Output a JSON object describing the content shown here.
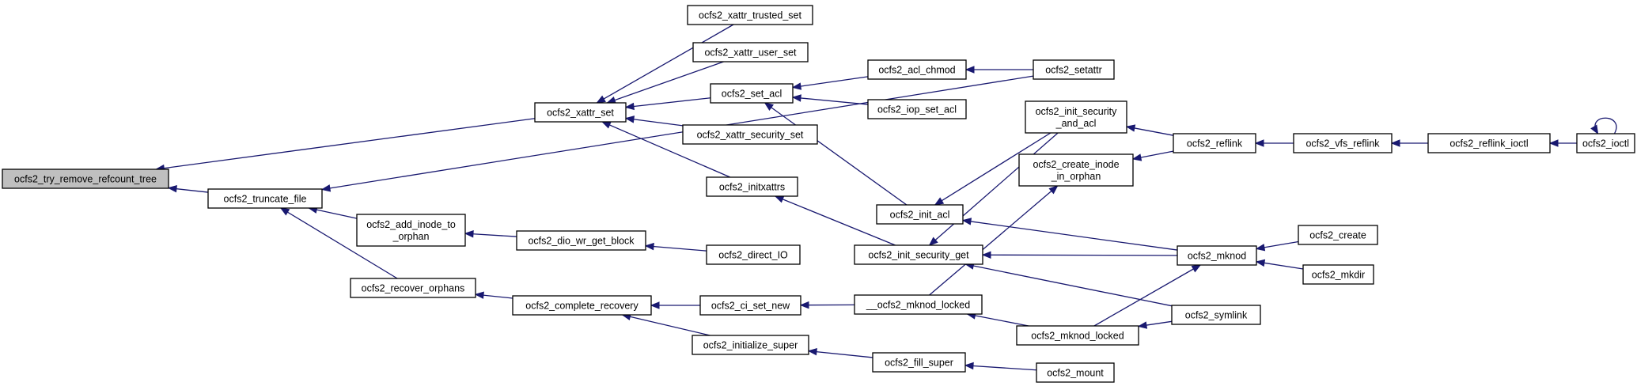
{
  "graph": {
    "nodes": {
      "try_remove": {
        "lines": [
          "ocfs2_try_remove_refcount_tree"
        ],
        "root": true
      },
      "truncate_file": {
        "lines": [
          "ocfs2_truncate_file"
        ]
      },
      "xattr_set": {
        "lines": [
          "ocfs2_xattr_set"
        ]
      },
      "xattr_trusted_set": {
        "lines": [
          "ocfs2_xattr_trusted_set"
        ]
      },
      "xattr_user_set": {
        "lines": [
          "ocfs2_xattr_user_set"
        ]
      },
      "set_acl": {
        "lines": [
          "ocfs2_set_acl"
        ]
      },
      "xattr_security_set": {
        "lines": [
          "ocfs2_xattr_security_set"
        ]
      },
      "initxattrs": {
        "lines": [
          "ocfs2_initxattrs"
        ]
      },
      "acl_chmod": {
        "lines": [
          "ocfs2_acl_chmod"
        ]
      },
      "iop_set_acl": {
        "lines": [
          "ocfs2_iop_set_acl"
        ]
      },
      "setattr": {
        "lines": [
          "ocfs2_setattr"
        ]
      },
      "init_acl": {
        "lines": [
          "ocfs2_init_acl"
        ]
      },
      "init_security_get": {
        "lines": [
          "ocfs2_init_security_get"
        ]
      },
      "init_security_and_acl": {
        "lines": [
          "ocfs2_init_security",
          "_and_acl"
        ]
      },
      "create_inode_in_orphan": {
        "lines": [
          "ocfs2_create_inode",
          "_in_orphan"
        ]
      },
      "reflink": {
        "lines": [
          "ocfs2_reflink"
        ]
      },
      "vfs_reflink": {
        "lines": [
          "ocfs2_vfs_reflink"
        ]
      },
      "reflink_ioctl": {
        "lines": [
          "ocfs2_reflink_ioctl"
        ]
      },
      "ioctl": {
        "lines": [
          "ocfs2_ioctl"
        ]
      },
      "mknod": {
        "lines": [
          "ocfs2_mknod"
        ]
      },
      "create": {
        "lines": [
          "ocfs2_create"
        ]
      },
      "mkdir": {
        "lines": [
          "ocfs2_mkdir"
        ]
      },
      "symlink": {
        "lines": [
          "ocfs2_symlink"
        ]
      },
      "add_inode_to_orphan": {
        "lines": [
          "ocfs2_add_inode_to",
          "_orphan"
        ]
      },
      "dio_wr_get_block": {
        "lines": [
          "ocfs2_dio_wr_get_block"
        ]
      },
      "direct_io": {
        "lines": [
          "ocfs2_direct_IO"
        ]
      },
      "recover_orphans": {
        "lines": [
          "ocfs2_recover_orphans"
        ]
      },
      "complete_recovery": {
        "lines": [
          "ocfs2_complete_recovery"
        ]
      },
      "ci_set_new": {
        "lines": [
          "ocfs2_ci_set_new"
        ]
      },
      "initialize_super": {
        "lines": [
          "ocfs2_initialize_super"
        ]
      },
      "mknod_locked_internal": {
        "lines": [
          "__ocfs2_mknod_locked"
        ]
      },
      "mknod_locked": {
        "lines": [
          "ocfs2_mknod_locked"
        ]
      },
      "fill_super": {
        "lines": [
          "ocfs2_fill_super"
        ]
      },
      "mount": {
        "lines": [
          "ocfs2_mount"
        ]
      }
    },
    "edges": [
      [
        "truncate_file",
        "try_remove"
      ],
      [
        "xattr_set",
        "try_remove"
      ],
      [
        "xattr_trusted_set",
        "xattr_set"
      ],
      [
        "xattr_user_set",
        "xattr_set"
      ],
      [
        "set_acl",
        "xattr_set"
      ],
      [
        "xattr_security_set",
        "xattr_set"
      ],
      [
        "initxattrs",
        "xattr_set"
      ],
      [
        "acl_chmod",
        "set_acl"
      ],
      [
        "iop_set_acl",
        "set_acl"
      ],
      [
        "init_acl",
        "set_acl"
      ],
      [
        "setattr",
        "acl_chmod"
      ],
      [
        "setattr",
        "truncate_file"
      ],
      [
        "init_security_get",
        "initxattrs"
      ],
      [
        "init_security_and_acl",
        "init_acl"
      ],
      [
        "mknod",
        "init_acl"
      ],
      [
        "init_security_and_acl",
        "init_security_get"
      ],
      [
        "mknod",
        "init_security_get"
      ],
      [
        "symlink",
        "init_security_get"
      ],
      [
        "reflink",
        "init_security_and_acl"
      ],
      [
        "reflink",
        "create_inode_in_orphan"
      ],
      [
        "vfs_reflink",
        "reflink"
      ],
      [
        "reflink_ioctl",
        "vfs_reflink"
      ],
      [
        "ioctl",
        "reflink_ioctl"
      ],
      [
        "ioctl",
        "ioctl"
      ],
      [
        "create",
        "mknod"
      ],
      [
        "mkdir",
        "mknod"
      ],
      [
        "add_inode_to_orphan",
        "truncate_file"
      ],
      [
        "recover_orphans",
        "truncate_file"
      ],
      [
        "dio_wr_get_block",
        "add_inode_to_orphan"
      ],
      [
        "direct_io",
        "dio_wr_get_block"
      ],
      [
        "complete_recovery",
        "recover_orphans"
      ],
      [
        "ci_set_new",
        "complete_recovery"
      ],
      [
        "initialize_super",
        "complete_recovery"
      ],
      [
        "mknod_locked_internal",
        "ci_set_new"
      ],
      [
        "mknod_locked_internal",
        "create_inode_in_orphan"
      ],
      [
        "mknod_locked",
        "mknod_locked_internal"
      ],
      [
        "mknod_locked",
        "mknod"
      ],
      [
        "symlink",
        "mknod_locked"
      ],
      [
        "fill_super",
        "initialize_super"
      ],
      [
        "mount",
        "fill_super"
      ]
    ]
  }
}
